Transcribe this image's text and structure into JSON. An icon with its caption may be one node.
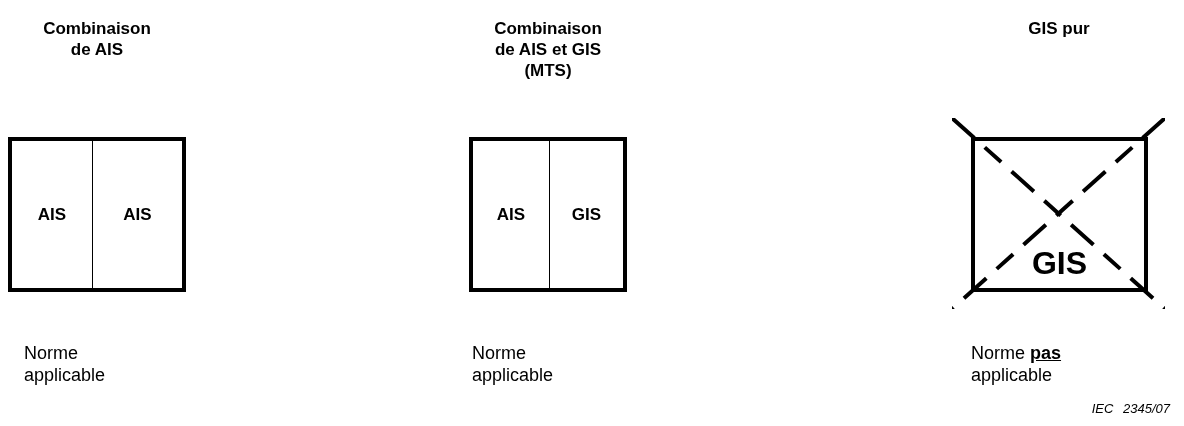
{
  "diagram": {
    "nodes": [
      {
        "text": [
          "Combinaison de AIS"
        ],
        "beside": [
          "Norme applicable"
        ]
      },
      {
        "text": [
          "AIS"
        ],
        "in": 0
      },
      {
        "text": [
          "AIS"
        ],
        "in": 0
      },
      {
        "text": [
          "Combinaison de AIS et GIS (MTS)"
        ],
        "beside": [
          "Norme applicable"
        ]
      },
      {
        "text": [
          "AIS"
        ],
        "in": 3
      },
      {
        "text": [
          "GIS"
        ],
        "in": 3
      },
      {
        "text": [
          "GIS pur",
          "GIS"
        ],
        "beside": [
          "Norme **pas** applicable"
        ]
      }
    ],
    "edges": [],
    "labels": [
      "IEC 2345/07"
    ]
  }
}
